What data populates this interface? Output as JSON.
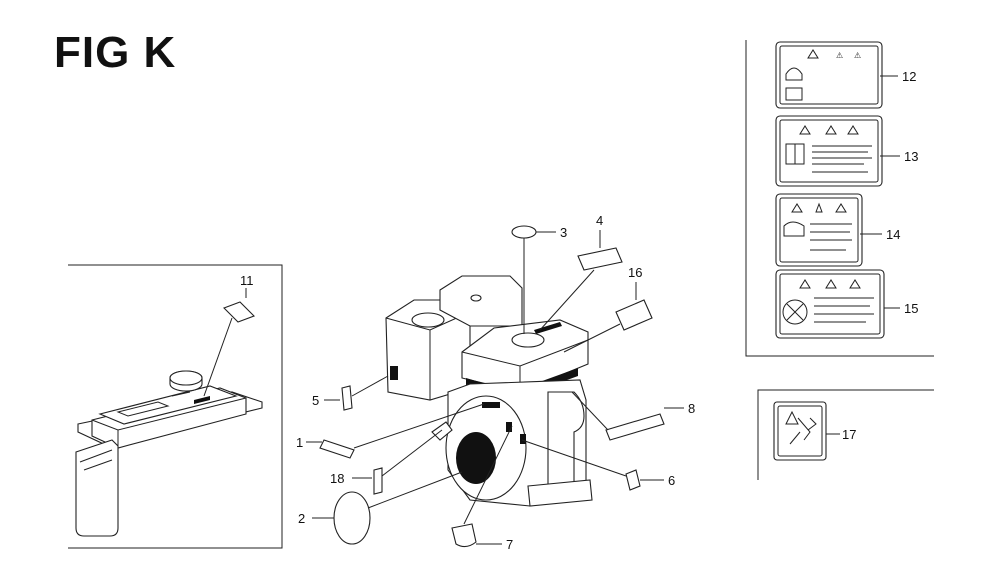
{
  "figure": {
    "title": "FIG K"
  },
  "callouts": {
    "c1": "1",
    "c2": "2",
    "c3": "3",
    "c4": "4",
    "c5": "5",
    "c6": "6",
    "c7": "7",
    "c8": "8",
    "c11": "11",
    "c12": "12",
    "c13": "13",
    "c14": "14",
    "c15": "15",
    "c16": "16",
    "c17": "17",
    "c18": "18"
  },
  "colors": {
    "ink": "#111111",
    "paper": "#ffffff"
  }
}
